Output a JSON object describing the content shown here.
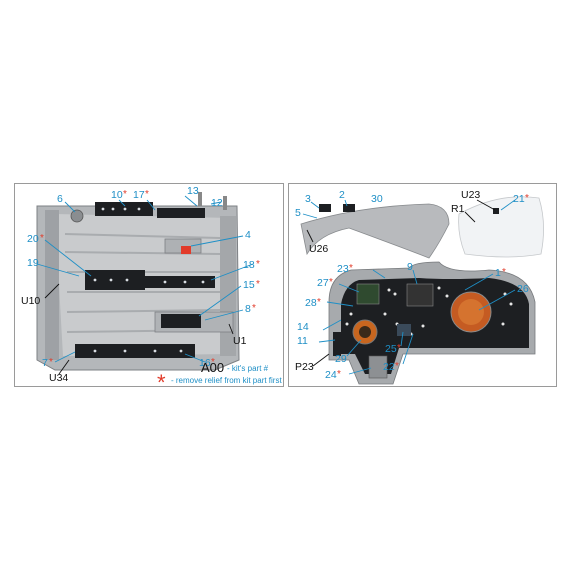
{
  "left_panel": {
    "labels": [
      {
        "id": "6",
        "text": "6",
        "starred": false
      },
      {
        "id": "10",
        "text": "10",
        "starred": true
      },
      {
        "id": "17",
        "text": "17",
        "starred": true
      },
      {
        "id": "13",
        "text": "13",
        "starred": false
      },
      {
        "id": "12",
        "text": "12",
        "starred": false
      },
      {
        "id": "4",
        "text": "4",
        "starred": false
      },
      {
        "id": "20",
        "text": "20",
        "starred": true
      },
      {
        "id": "19",
        "text": "19",
        "starred": false
      },
      {
        "id": "18",
        "text": "18",
        "starred": true
      },
      {
        "id": "15",
        "text": "15",
        "starred": true
      },
      {
        "id": "8",
        "text": "8",
        "starred": true
      },
      {
        "id": "7",
        "text": "7",
        "starred": true
      },
      {
        "id": "16",
        "text": "16",
        "starred": true
      }
    ],
    "part_codes": [
      {
        "id": "U10",
        "text": "U10"
      },
      {
        "id": "U1",
        "text": "U1"
      },
      {
        "id": "U34",
        "text": "U34"
      }
    ],
    "legend": {
      "code": "A00",
      "code_desc": "- kit's part #",
      "star_desc": "- remove relief from kit part first"
    }
  },
  "right_panel": {
    "labels": [
      {
        "id": "3",
        "text": "3",
        "starred": false
      },
      {
        "id": "2",
        "text": "2",
        "starred": false
      },
      {
        "id": "30",
        "text": "30",
        "starred": false
      },
      {
        "id": "5",
        "text": "5",
        "starred": false
      },
      {
        "id": "21",
        "text": "21",
        "starred": true
      },
      {
        "id": "23",
        "text": "23",
        "starred": true
      },
      {
        "id": "9",
        "text": "9",
        "starred": false
      },
      {
        "id": "1",
        "text": "1",
        "starred": true
      },
      {
        "id": "27",
        "text": "27",
        "starred": true
      },
      {
        "id": "26",
        "text": "26",
        "starred": false
      },
      {
        "id": "28",
        "text": "28",
        "starred": true
      },
      {
        "id": "14",
        "text": "14",
        "starred": false
      },
      {
        "id": "11",
        "text": "11",
        "starred": false
      },
      {
        "id": "25",
        "text": "25",
        "starred": true
      },
      {
        "id": "29",
        "text": "29",
        "starred": false
      },
      {
        "id": "22",
        "text": "22",
        "starred": true
      },
      {
        "id": "24",
        "text": "24",
        "starred": true
      }
    ],
    "part_codes": [
      {
        "id": "U23",
        "text": "U23"
      },
      {
        "id": "R1",
        "text": "R1"
      },
      {
        "id": "U26",
        "text": "U26"
      },
      {
        "id": "P23",
        "text": "P23"
      }
    ]
  },
  "colors": {
    "label_blue": "#1e8fc6",
    "star_red": "#e23b2a",
    "part_gray": "#a7aaad",
    "panel_black": "#1d1f22"
  }
}
